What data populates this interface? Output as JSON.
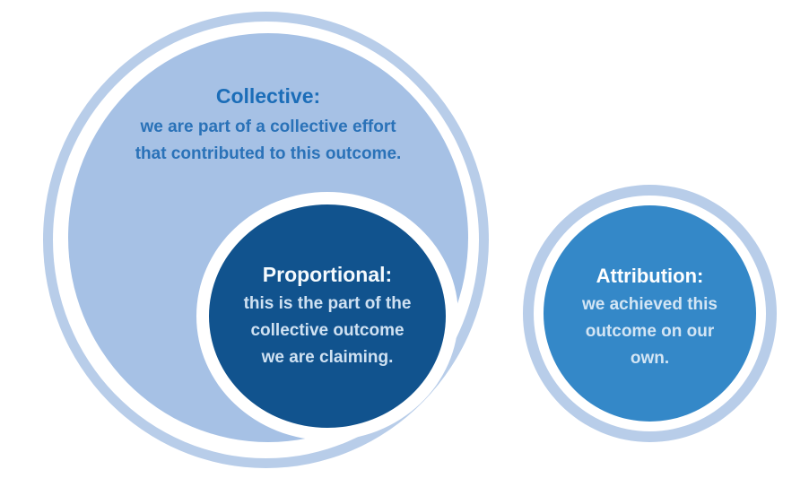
{
  "colors": {
    "collective_ring": "#b8cde9",
    "collective_fill": "#a6c1e5",
    "collective_title": "#1b6db8",
    "collective_body": "#2a72b8",
    "proportional_fill": "#11538e",
    "proportional_title": "#f5fafd",
    "proportional_body": "#cfe1f2",
    "attribution_ring": "#b8cde9",
    "attribution_fill": "#3488c8",
    "attribution_title": "#ffffff",
    "attribution_body": "#d3e5f4"
  },
  "collective": {
    "title": "Collective:",
    "body_lines": [
      "we are part of a collective effort",
      "that contributed to this outcome."
    ]
  },
  "proportional": {
    "title": "Proportional:",
    "body_lines": [
      "this is the part of the",
      "collective outcome",
      "we are claiming."
    ]
  },
  "attribution": {
    "title": "Attribution:",
    "body_lines": [
      "we achieved this",
      "outcome on our",
      "own."
    ]
  }
}
